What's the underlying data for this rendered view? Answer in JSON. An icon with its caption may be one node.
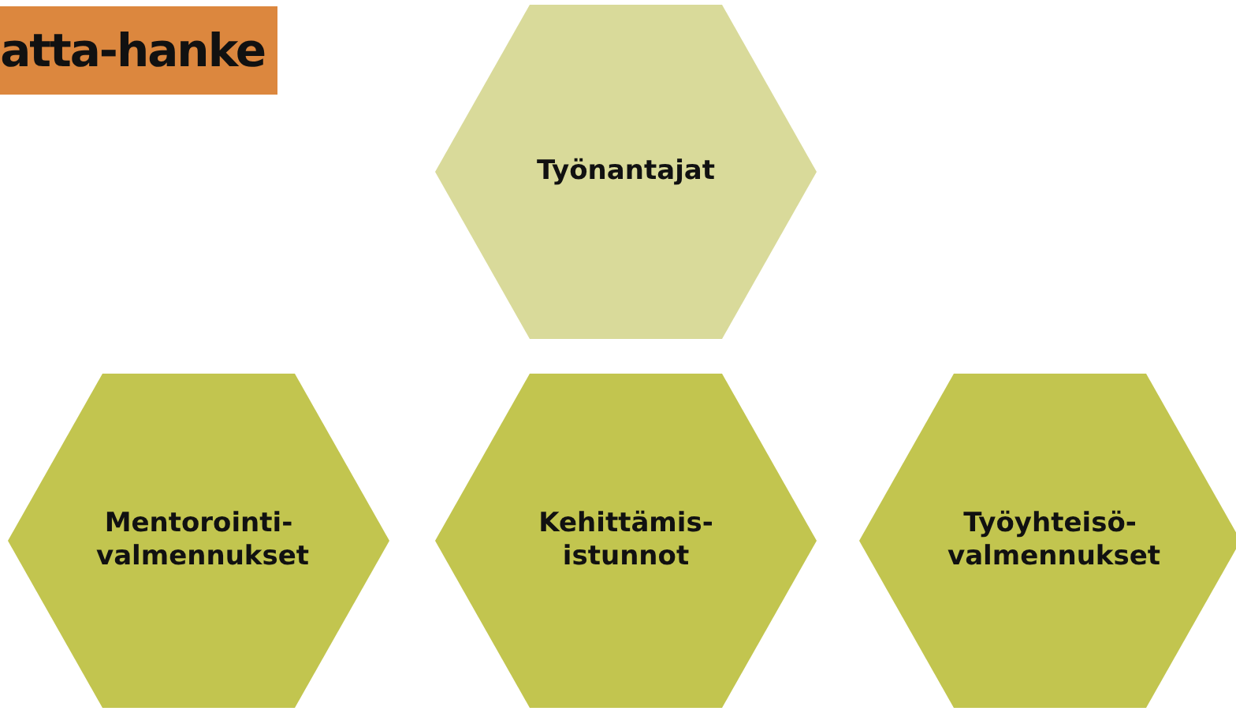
{
  "diagram": {
    "title": "atta-hanke",
    "nodes": [
      {
        "text": [
          "Työnantajat"
        ]
      },
      {
        "text": [
          "Mentorointi- valmennukset"
        ]
      },
      {
        "text": [
          "Kehittämis- istunnot"
        ]
      },
      {
        "text": [
          "Työyhteisö- valmennukset"
        ]
      }
    ]
  }
}
